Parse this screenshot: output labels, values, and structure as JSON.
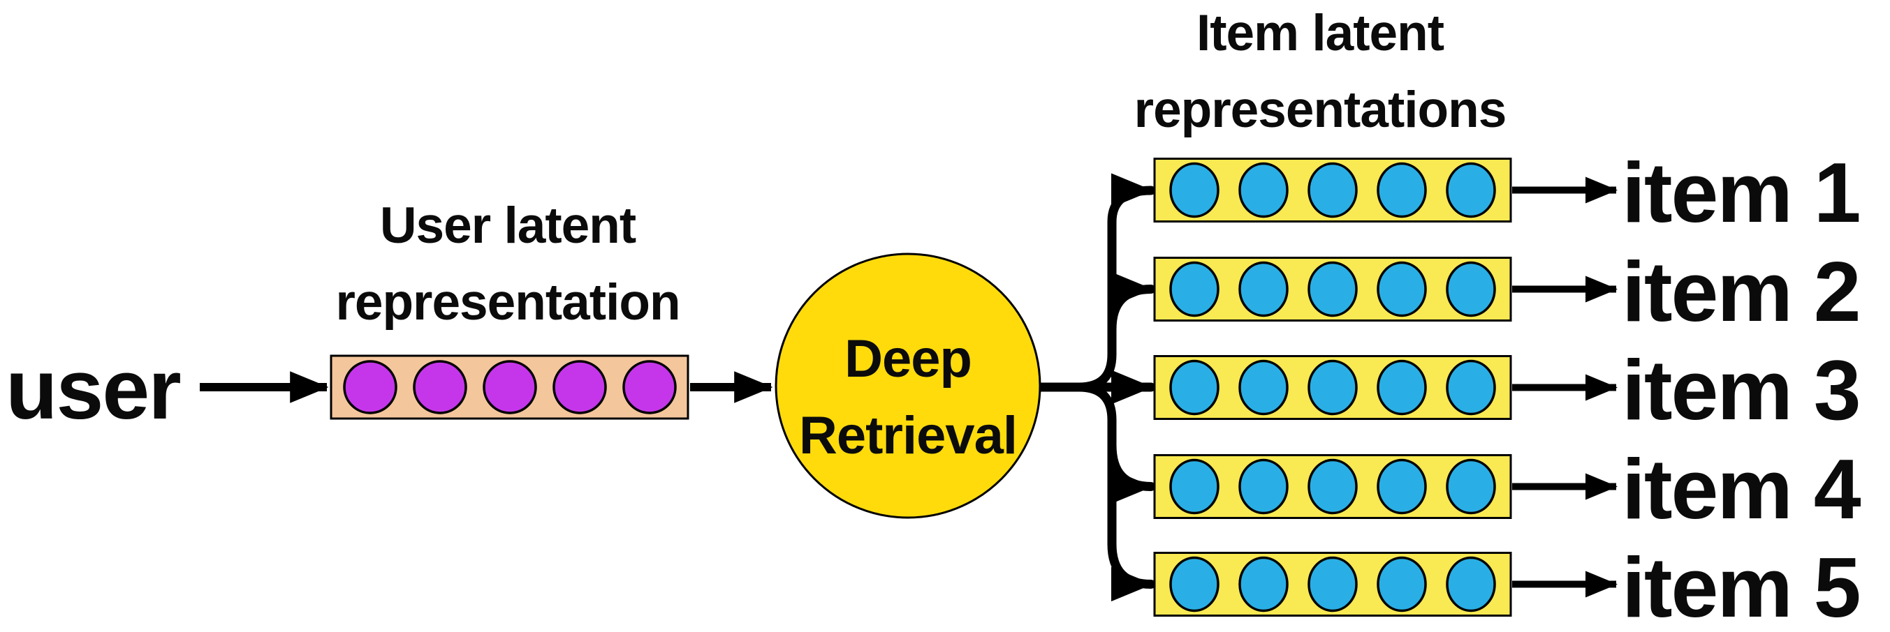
{
  "diagram": {
    "background": "#FFFFFF",
    "text_color": "#0B0B0B",
    "line_color": "#000000",
    "user_label": "user",
    "user_title_line1": "User latent",
    "user_title_line2": "representation",
    "item_title_line1": "Item latent",
    "item_title_line2": "representations",
    "model_node_line1": "Deep",
    "model_node_line2": "Retrieval",
    "model_node_fill": "#FFDB0C",
    "user_vector": {
      "dot_count": 5,
      "box_fill": "#F4C69C",
      "dot_fill": "#C536EB"
    },
    "item_vectors": {
      "box_count": 5,
      "dots_per_box": 5,
      "box_fill": "#F9E952",
      "dot_fill": "#29AFE5"
    },
    "items": [
      {
        "label": "item 1"
      },
      {
        "label": "item 2"
      },
      {
        "label": "item 3"
      },
      {
        "label": "item 4"
      },
      {
        "label": "item 5"
      }
    ]
  }
}
